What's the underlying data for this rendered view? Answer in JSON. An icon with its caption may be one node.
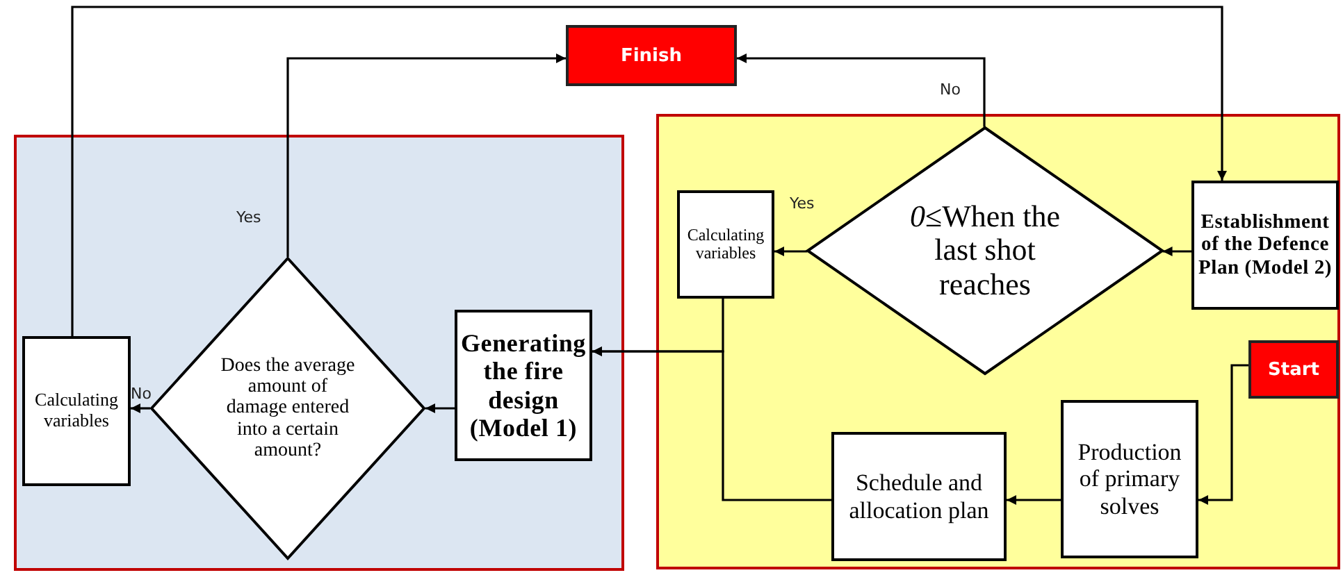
{
  "diagram": {
    "nodes": [
      {
        "text": [
          "Finish"
        ]
      },
      {
        "text": [],
        "shape": "box"
      },
      {
        "text": [],
        "shape": "box"
      },
      {
        "text": [
          "Calculating variables"
        ],
        "in": 1
      },
      {
        "text": [
          "Does the average amount of damage entered into a certain amount?"
        ],
        "in": 1
      },
      {
        "text": [
          "Generating the fire design (Model 1)"
        ],
        "in": 1
      },
      {
        "text": [
          "Calculating variables"
        ],
        "in": 2
      },
      {
        "text": [
          "*0*≤When the last shot reaches"
        ],
        "in": 2
      },
      {
        "text": [
          "Establishment of the Defence Plan (Model 2)"
        ],
        "in": 2
      },
      {
        "text": [
          "Start"
        ],
        "in": 2
      },
      {
        "text": [
          "Production of primary solves"
        ],
        "in": 2
      },
      {
        "text": [
          "Schedule and allocation plan"
        ],
        "in": 2
      }
    ],
    "edges": [
      {
        "from": 3,
        "to": 8,
        "arrow": "to"
      },
      {
        "from": 4,
        "to": 0,
        "arrow": "to",
        "label": "Yes"
      },
      {
        "from": 4,
        "to": 3,
        "arrow": "to",
        "label": "No"
      },
      {
        "from": 5,
        "to": 4,
        "arrow": "to"
      },
      {
        "from": 7,
        "to": 0,
        "arrow": "to",
        "label": "No"
      },
      {
        "from": 7,
        "to": 6,
        "arrow": "to",
        "label": "Yes"
      },
      {
        "from": 8,
        "to": 7,
        "arrow": "to"
      },
      {
        "from": 9,
        "to": 10,
        "arrow": "to"
      },
      {
        "from": 10,
        "to": 11,
        "arrow": "to"
      },
      {
        "from": 6,
        "to": 5,
        "arrow": "to"
      },
      {
        "from": 11,
        "to": 5,
        "arrow": "to"
      }
    ]
  }
}
